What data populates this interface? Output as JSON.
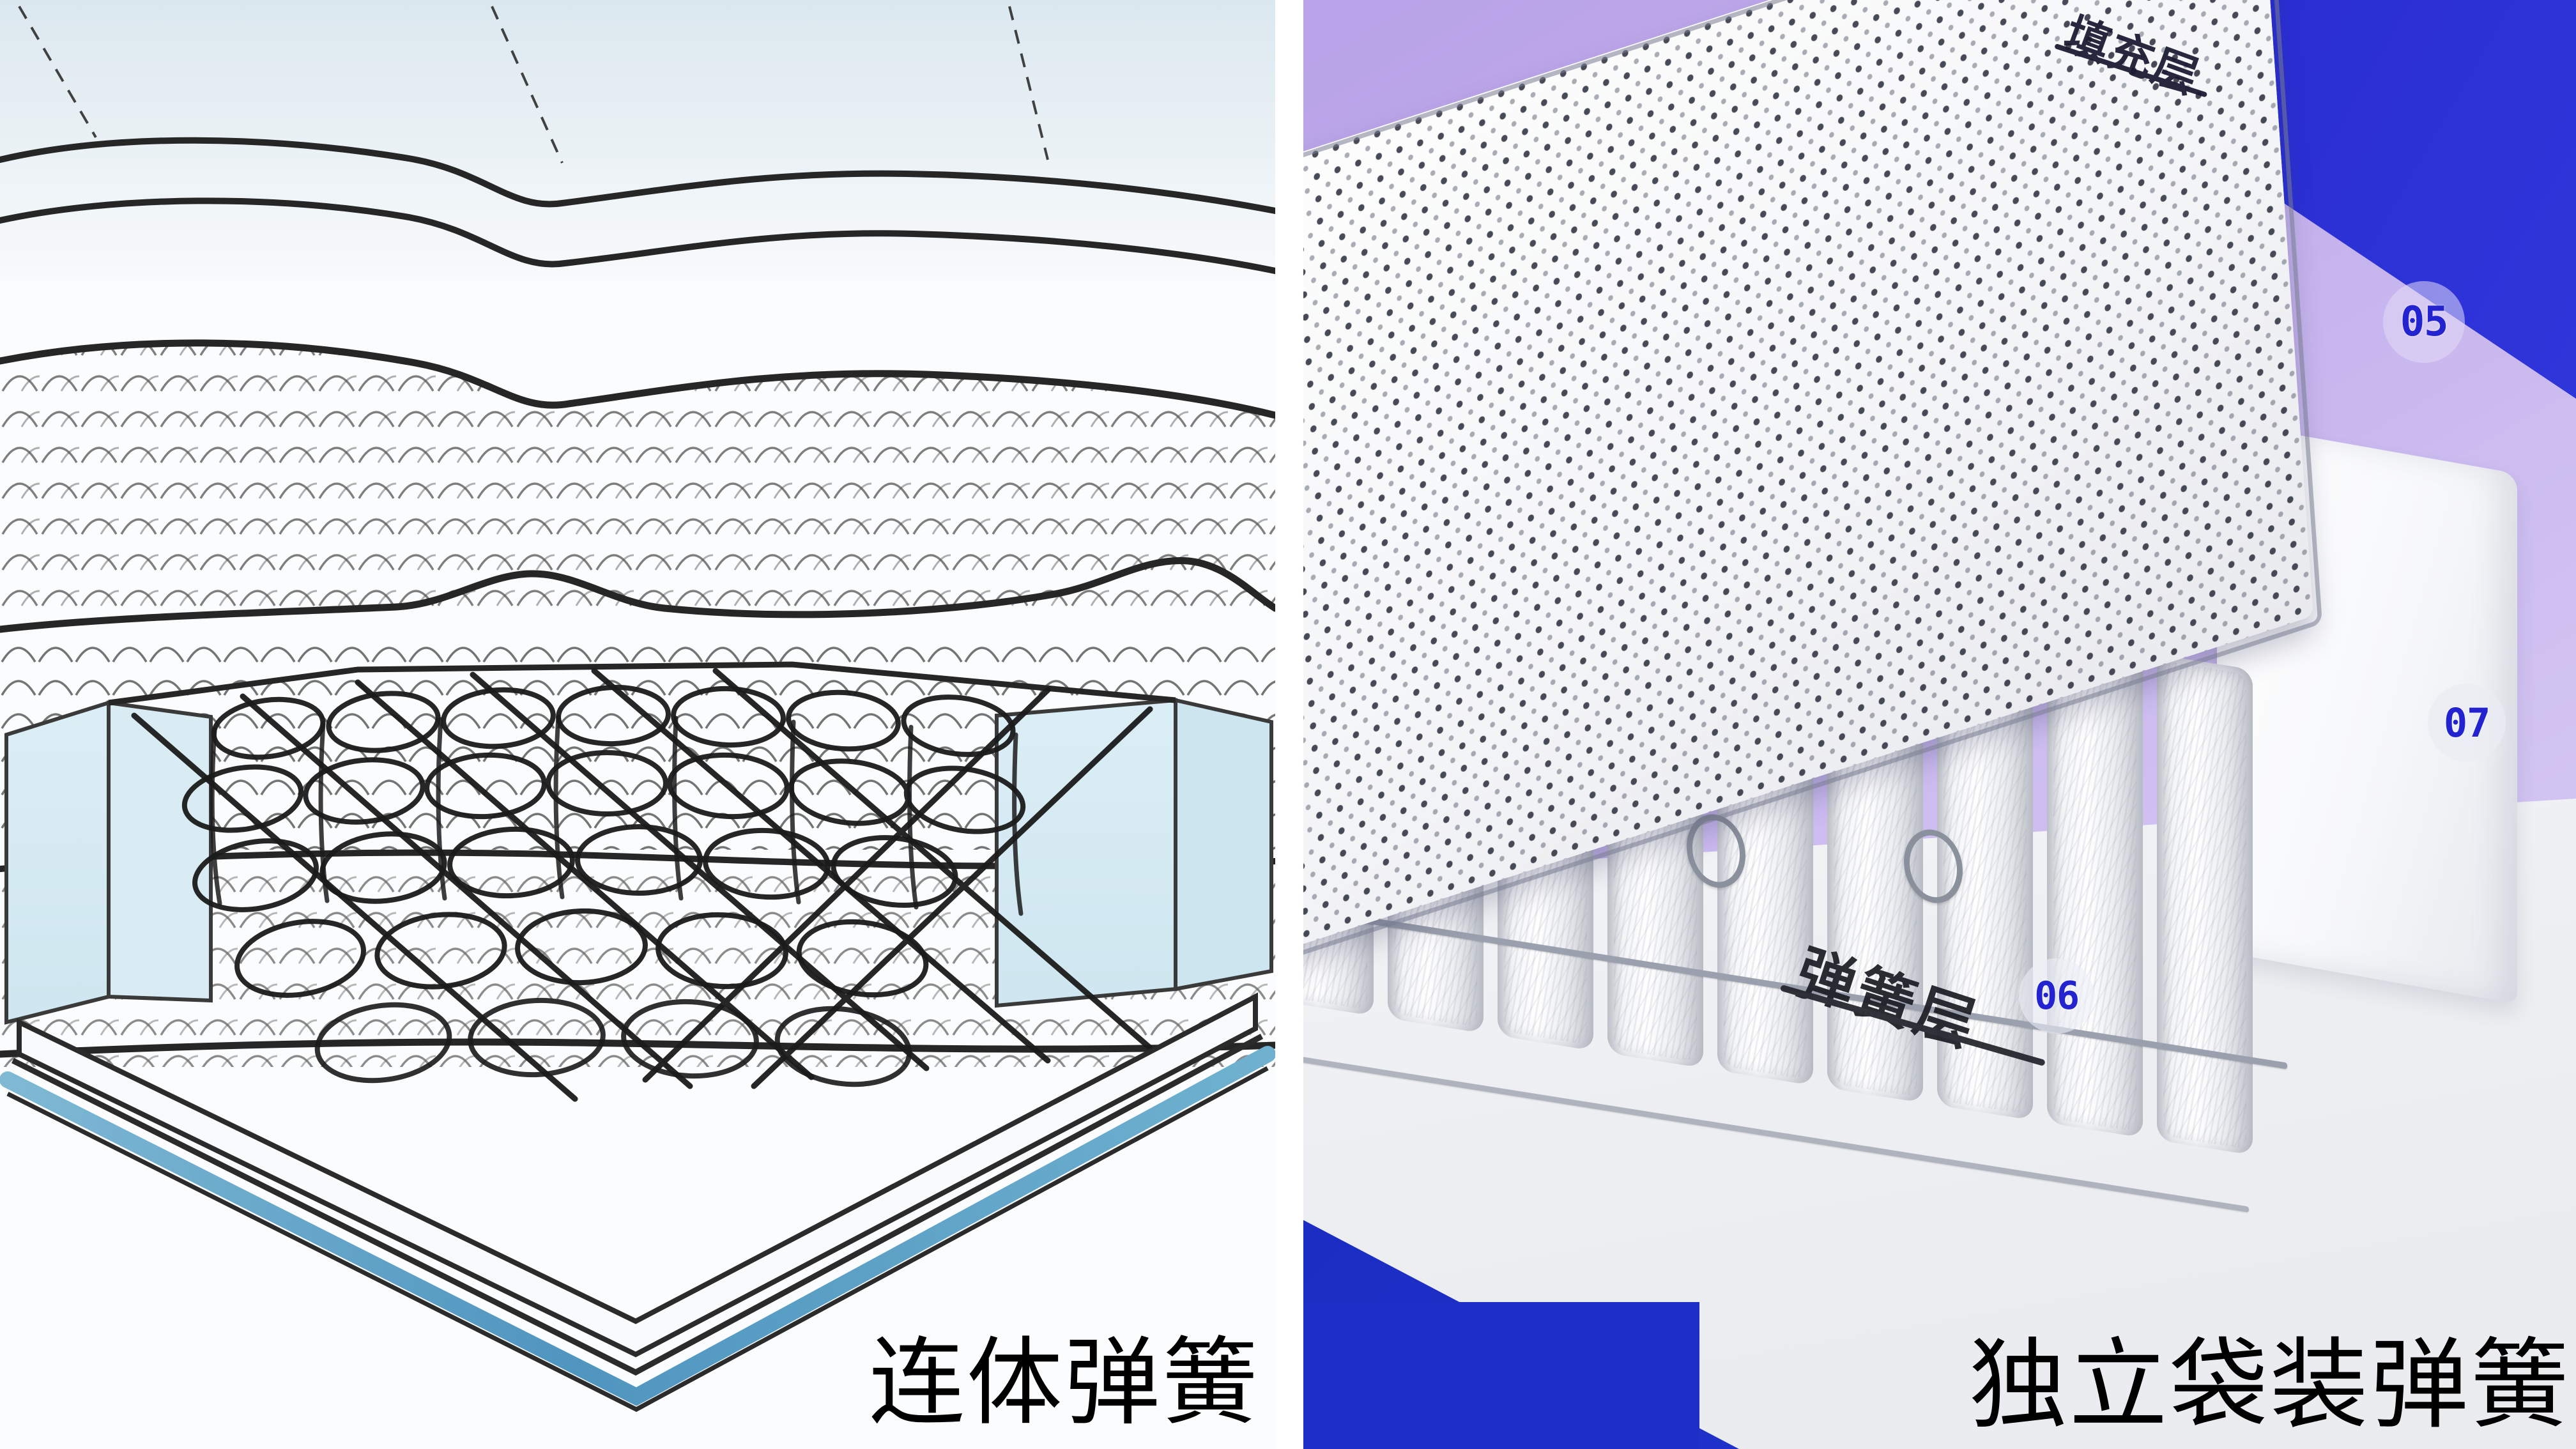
{
  "image": {
    "kind": "side-by-side product comparison",
    "subject": "mattress spring construction comparison"
  },
  "panels": [
    {
      "id": "left",
      "caption": "连体弹簧",
      "caption_meaning": "Bonnell / continuous connected spring",
      "style": "line-art cutaway illustration",
      "background_top_color": "#dfeaf0",
      "background_body_color": "#fbfcfd",
      "edge_trim_color": "#5ea6c6",
      "foam_block_color": "#d5e8f0",
      "ink_color": "#1d1d1d",
      "layers": [
        {
          "name": "quilted-top-cover",
          "note": "wavy quilted surface lines"
        },
        {
          "name": "fibre-wadding-layer-1",
          "note": "arched loop hatching"
        },
        {
          "name": "fibre-wadding-layer-2",
          "note": "arched loop hatching"
        },
        {
          "name": "fibre-wadding-layer-3",
          "note": "arched loop hatching"
        },
        {
          "name": "edge-support-foam-rail",
          "note": "pale blue box at each side"
        },
        {
          "name": "bonnell-spring-core",
          "note": "interlinked hourglass coils with helical lacing"
        },
        {
          "name": "base-panel",
          "note": "flat bottom with blue trim"
        }
      ]
    },
    {
      "id": "right",
      "caption": "独立袋装弹簧",
      "caption_meaning": "individually pocketed spring",
      "style": "product photograph with numbered callouts",
      "background_purple": "#c3b0ec",
      "background_blue": "#2a2ed3",
      "floor_color": "#eceef1",
      "labels": [
        {
          "id": "fill-layer",
          "text": "填充层",
          "meaning": "filler layer",
          "position": "top-right on purple pad"
        },
        {
          "id": "spring-layer",
          "text": "弹簧层",
          "meaning": "spring layer",
          "position": "lower-left on pocket coils"
        }
      ],
      "badges": [
        {
          "id": "badge-05",
          "number": "05",
          "target": "purple filler pad",
          "color": "#2323d0"
        },
        {
          "id": "badge-06",
          "number": "06",
          "target": "pocket spring coils",
          "color": "#2323d0"
        },
        {
          "id": "badge-07",
          "number": "07",
          "target": "white side edge foam",
          "color": "#2323d0"
        }
      ],
      "components": [
        {
          "name": "perforated-mesh-sheet",
          "note": "white punched-hole top sheet"
        },
        {
          "name": "pocket-spring-row",
          "note": "fabric-encased coils joined by helical wire"
        },
        {
          "name": "side-edge-foam",
          "note": "plain white foam rail at right"
        },
        {
          "name": "wire-border-rod",
          "note": "thin metal perimeter rod"
        }
      ]
    }
  ],
  "colors": {
    "accent_blue": "#2323d0",
    "band_blue": "#2a2ed3",
    "purple": "#c3b0ec",
    "sky": "#dfeaf0",
    "foam_blue": "#d5e8f0",
    "ink": "#1d1d1d"
  }
}
